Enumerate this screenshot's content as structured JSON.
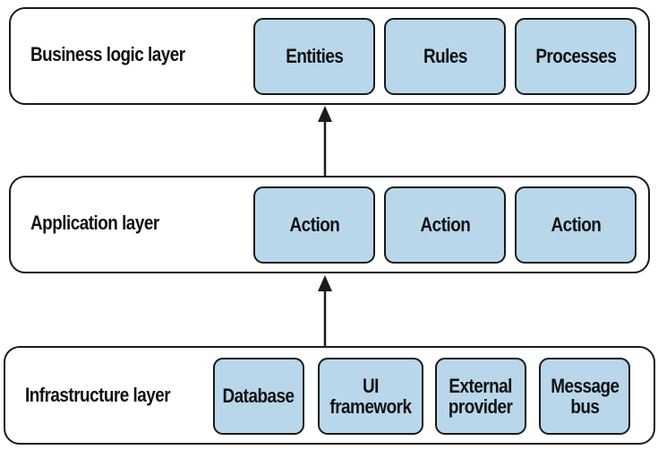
{
  "layers": {
    "business": {
      "label": "Business logic layer",
      "boxes": [
        "Entities",
        "Rules",
        "Processes"
      ]
    },
    "application": {
      "label": "Application layer",
      "boxes": [
        "Action",
        "Action",
        "Action"
      ]
    },
    "infrastructure": {
      "label": "Infrastructure layer",
      "boxes": [
        "Database",
        "UI\nframework",
        "External\nprovider",
        "Message\nbus"
      ]
    }
  },
  "colors": {
    "box_fill": "#b9d7ea",
    "stroke": "#1a1a1a"
  }
}
